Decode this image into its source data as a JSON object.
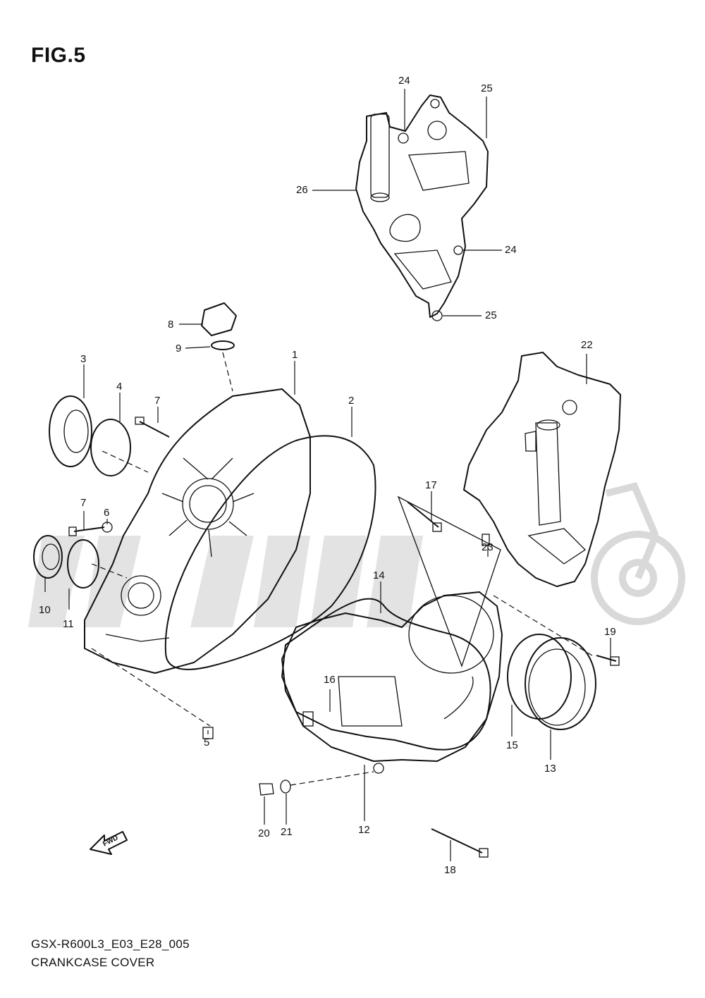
{
  "figure": {
    "title": "FIG.5",
    "diagram_code": "GSX-R600L3_E03_E28_005",
    "diagram_name": "CRANKCASE COVER",
    "fwd_arrow_label": "FWD"
  },
  "callouts": [
    {
      "id": "c1",
      "label": "1"
    },
    {
      "id": "c2",
      "label": "2"
    },
    {
      "id": "c3",
      "label": "3"
    },
    {
      "id": "c4",
      "label": "4"
    },
    {
      "id": "c5",
      "label": "5"
    },
    {
      "id": "c6",
      "label": "6"
    },
    {
      "id": "c7a",
      "label": "7"
    },
    {
      "id": "c7b",
      "label": "7"
    },
    {
      "id": "c8",
      "label": "8"
    },
    {
      "id": "c9",
      "label": "9"
    },
    {
      "id": "c10",
      "label": "10"
    },
    {
      "id": "c11",
      "label": "11"
    },
    {
      "id": "c12",
      "label": "12"
    },
    {
      "id": "c13",
      "label": "13"
    },
    {
      "id": "c14",
      "label": "14"
    },
    {
      "id": "c15",
      "label": "15"
    },
    {
      "id": "c16",
      "label": "16"
    },
    {
      "id": "c17",
      "label": "17"
    },
    {
      "id": "c18",
      "label": "18"
    },
    {
      "id": "c19",
      "label": "19"
    },
    {
      "id": "c20",
      "label": "20"
    },
    {
      "id": "c21",
      "label": "21"
    },
    {
      "id": "c22",
      "label": "22"
    },
    {
      "id": "c23",
      "label": "23"
    },
    {
      "id": "c24a",
      "label": "24"
    },
    {
      "id": "c24b",
      "label": "24"
    },
    {
      "id": "c25a",
      "label": "25"
    },
    {
      "id": "c25b",
      "label": "25"
    },
    {
      "id": "c26",
      "label": "26"
    }
  ],
  "colors": {
    "line": "#111111",
    "watermark": "#d9d9d9",
    "background": "#ffffff"
  }
}
